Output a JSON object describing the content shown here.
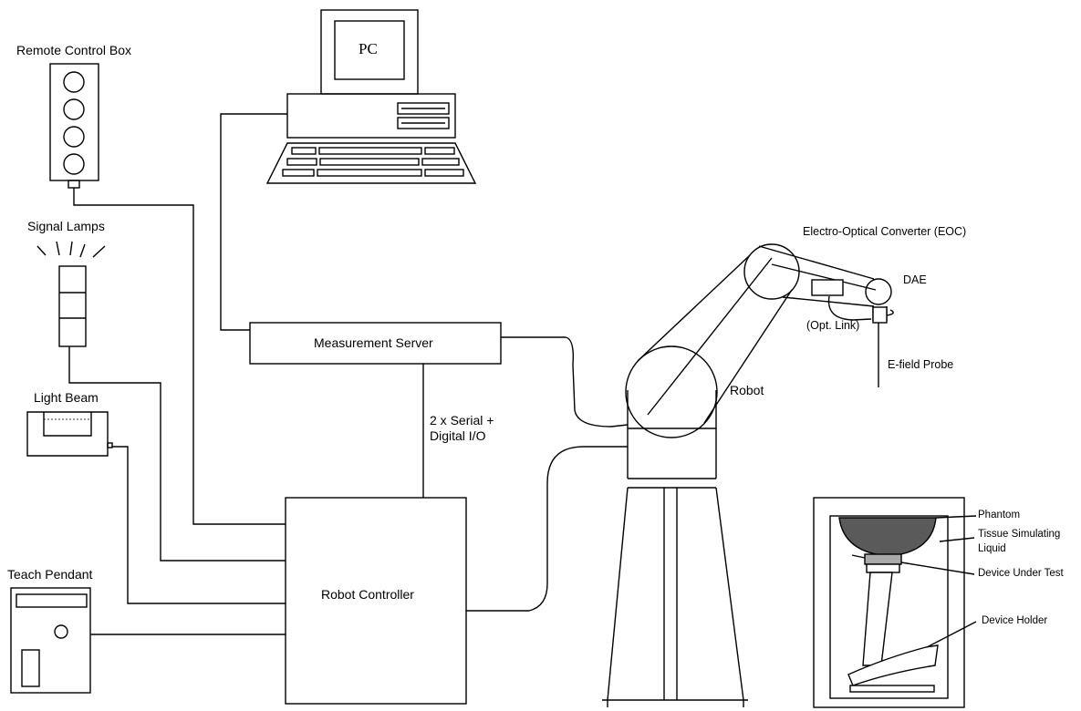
{
  "labels": {
    "remote_control_box": "Remote Control Box",
    "signal_lamps": "Signal Lamps",
    "light_beam": "Light Beam",
    "teach_pendant": "Teach Pendant",
    "pc": "PC",
    "measurement_server": "Measurement Server",
    "serial_line1": "2 x Serial +",
    "serial_line2": "Digital I/O",
    "robot_controller": "Robot Controller",
    "robot": "Robot",
    "eoc": "Electro-Optical Converter (EOC)",
    "dae": "DAE",
    "opt_link": "(Opt. Link)",
    "efield_probe": "E-field Probe",
    "phantom": "Phantom",
    "tissue_line1": "Tissue Simulating",
    "tissue_line2": "Liquid",
    "device_under_test": "Device Under Test",
    "device_holder": "Device Holder"
  }
}
